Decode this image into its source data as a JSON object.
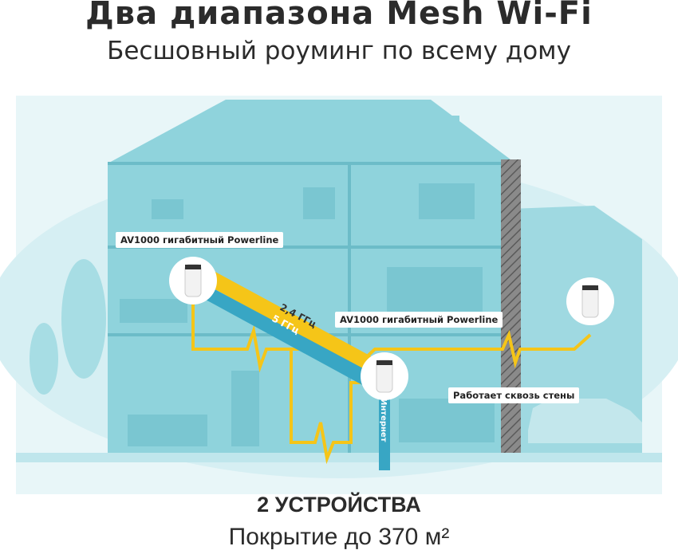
{
  "header": {
    "title": "Два диапазона Mesh Wi-Fi",
    "subtitle": "Бесшовный роуминг по всему дому"
  },
  "diagram": {
    "powerline_label_1": "AV1000 гигабитный Powerline",
    "powerline_label_2": "AV1000 гигабитный Powerline",
    "band_24": "2,4 ГГц",
    "band_5": "5 ГГц",
    "internet": "Интернет",
    "walls": "Работает сквозь стены",
    "colors": {
      "house": "#8fd3dc",
      "yellow": "#f5c518",
      "blue": "#38a6c4",
      "bg": "#e8f6f8"
    }
  },
  "footer": {
    "devices": "2 УСТРОЙСТВА",
    "coverage": "Покрытие до 370 м²"
  }
}
